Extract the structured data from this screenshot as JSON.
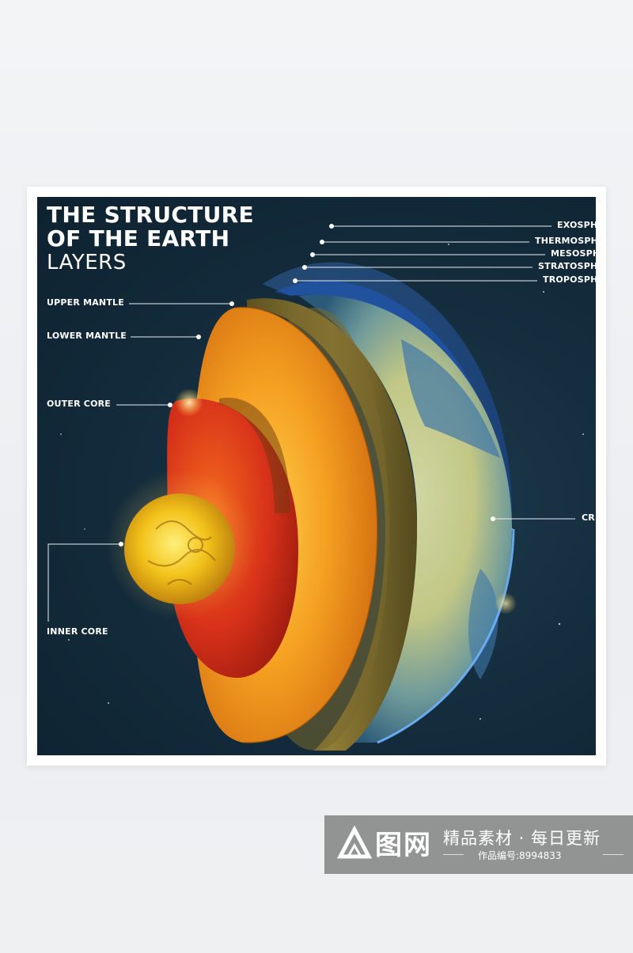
{
  "poster": {
    "title_line1": "THE STRUCTURE",
    "title_line2": "OF THE EARTH",
    "subtitle": "LAYERS"
  },
  "labels": {
    "exosphere": "EXOSPH",
    "thermosphere": "THERMOSPH",
    "mesosphere": "MESOSPH",
    "stratosphere": "STRATOSPH",
    "troposphere": "TROPOSPH",
    "upper_mantle": "UPPER MANTLE",
    "lower_mantle": "LOWER MANTLE",
    "outer_core": "OUTER CORE",
    "inner_core": "INNER CORE",
    "crust": "CRU"
  },
  "watermark": {
    "logo_text": "图网",
    "title": "精品素材 · 每日更新",
    "id_text": "作品编号:8994833"
  },
  "colors": {
    "background": "#132b3b",
    "atmosphere": "#2f6fd0",
    "crust_band": "#7a6a2e",
    "upper_mantle": "#f09a20",
    "lower_mantle": "#d23a10",
    "inner_core": "#f2c21a"
  }
}
